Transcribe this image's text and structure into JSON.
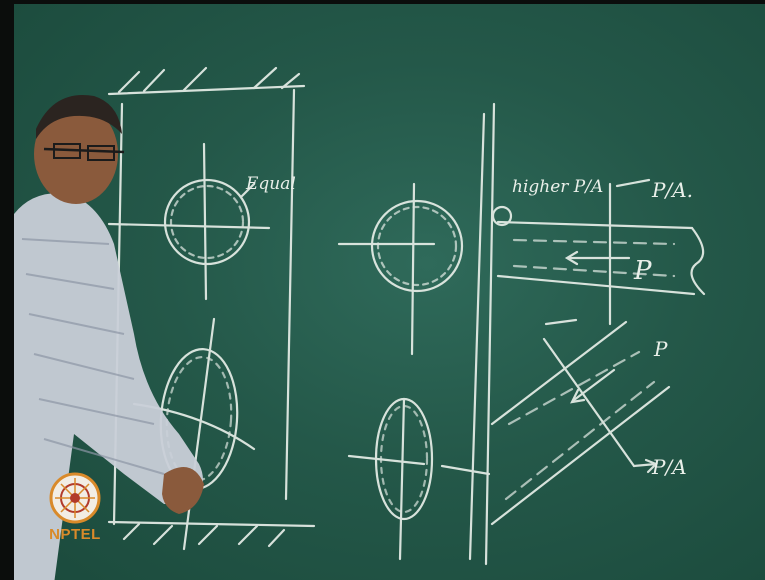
{
  "board_labels": {
    "equal": "Equal",
    "higher_p_over_a": "higher P/A",
    "p_over_a_top": "P/A.",
    "p_top": "P",
    "p_middle": "P",
    "p_over_a_bottom": "P/A"
  },
  "logo": {
    "text": "NPTEL"
  },
  "colors": {
    "board": "#245849",
    "chalk": "#e9efe9",
    "logo_orange": "#d98a2a"
  }
}
